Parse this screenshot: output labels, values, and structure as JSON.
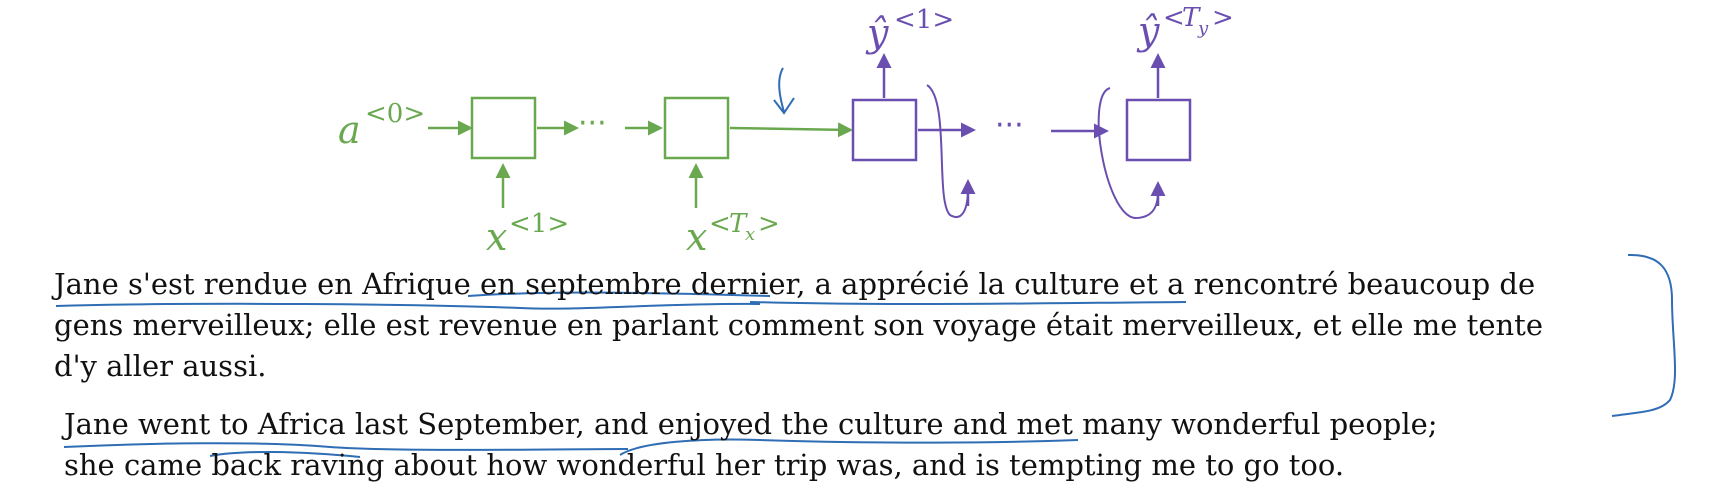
{
  "diagram": {
    "encoder": {
      "initial_activation": "a",
      "initial_activation_sup": "<0>",
      "first_input": "x",
      "first_input_sup": "<1>",
      "last_input": "x",
      "last_input_sup_open": "<",
      "last_input_sup_T": "T",
      "last_input_sup_sub": "x",
      "last_input_sup_close": ">",
      "ellipsis": "···",
      "color": "#6aa84f"
    },
    "decoder": {
      "first_output": "ŷ",
      "first_output_sup": "<1>",
      "last_output": "ŷ",
      "last_output_sup_open": "<",
      "last_output_sup_T": "T",
      "last_output_sup_sub": "y",
      "last_output_sup_close": ">",
      "ellipsis": "···",
      "color": "#6a4fb0"
    },
    "annotation_color": "#2f6db5"
  },
  "french_paragraph": {
    "lines": [
      "Jane s'est rendue en Afrique en septembre dernier, a apprécié la culture et a rencontré beaucoup de",
      "gens merveilleux; elle est revenue en parlant comment son voyage était merveilleux, et elle me tente",
      "d'y aller aussi."
    ]
  },
  "english_paragraph": {
    "lines": [
      "Jane went to Africa last September, and enjoyed the culture and met many wonderful people;",
      "she came back raving about how wonderful her trip was, and is tempting me to go too."
    ]
  }
}
